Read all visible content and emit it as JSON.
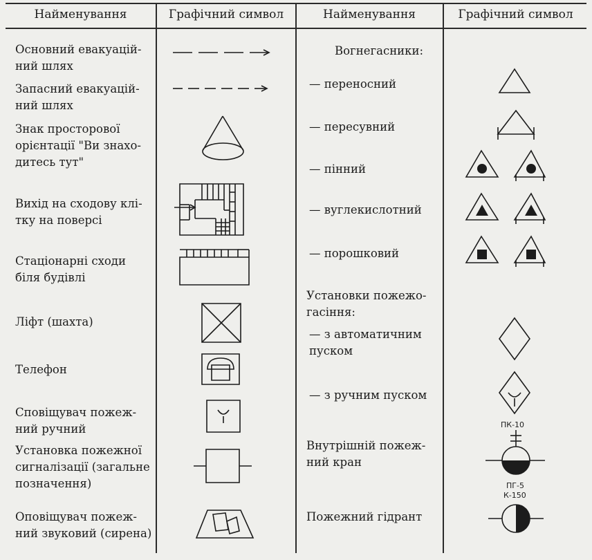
{
  "headers": {
    "name1": "Найменування",
    "symbol1": "Графічний символ",
    "name2": "Найменування",
    "symbol2": "Графічний символ"
  },
  "left": [
    {
      "l1": "Основний евакуацій-",
      "l2": "ний шлях"
    },
    {
      "l1": "Запасний евакуацій-",
      "l2": "ний шлях"
    },
    {
      "l1": "Знак просторової",
      "l2": "орієнтації \"Ви знахо-",
      "l3": "дитесь тут\""
    },
    {
      "l1": "Вихід на сходову клі-",
      "l2": "тку на поверсі"
    },
    {
      "l1": "Стаціонарні сходи",
      "l2": "біля будівлі"
    },
    {
      "l1": "Ліфт (шахта)"
    },
    {
      "l1": "Телефон"
    },
    {
      "l1": "Сповіщувач пожеж-",
      "l2": "ний ручний"
    },
    {
      "l1": "Установка пожежної",
      "l2": "сигналізації (загальне",
      "l3": "позначення)"
    },
    {
      "l1": "Оповіщувач пожеж-",
      "l2": "ний звуковий (сирена)"
    }
  ],
  "right": [
    {
      "l1": "Вогнегасники:"
    },
    {
      "l1": "— переносний"
    },
    {
      "l1": "— пересувний"
    },
    {
      "l1": "— пінний"
    },
    {
      "l1": "— вуглекислотний"
    },
    {
      "l1": "— порошковий"
    },
    {
      "l1": "Установки пожежо-",
      "l2": "гасіння:"
    },
    {
      "l1": "— з автоматичним",
      "l2": "пуском"
    },
    {
      "l1": "— з ручним пуском"
    },
    {
      "l1": "Внутрішній пожеж-",
      "l2": "ний кран"
    },
    {
      "l1": "Пожежний гідрант"
    }
  ],
  "symbol_labels": {
    "crane": "ПК-10",
    "hydrant1": "ПГ-5",
    "hydrant2": "К-150"
  }
}
